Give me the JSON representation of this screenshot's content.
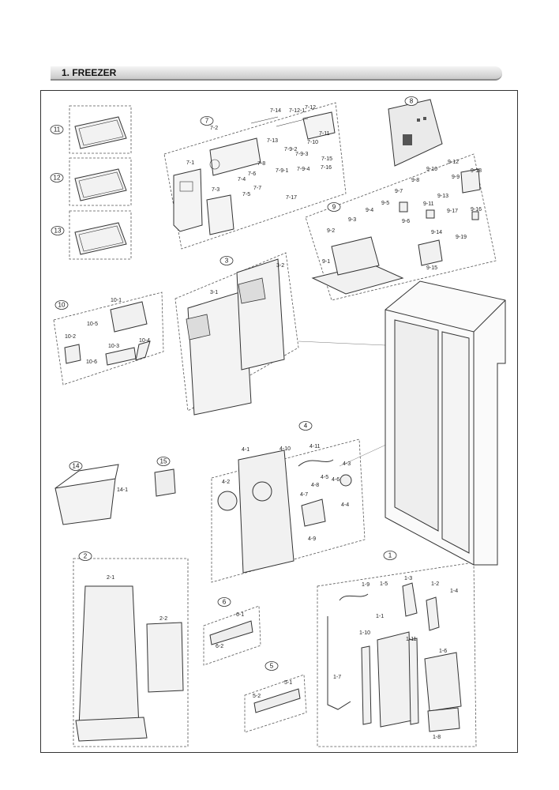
{
  "section": {
    "title": "1. FREEZER"
  },
  "groups": [
    {
      "num": "11"
    },
    {
      "num": "12"
    },
    {
      "num": "13"
    },
    {
      "num": "7"
    },
    {
      "num": "8"
    },
    {
      "num": "9"
    },
    {
      "num": "3"
    },
    {
      "num": "10"
    },
    {
      "num": "14"
    },
    {
      "num": "15"
    },
    {
      "num": "4"
    },
    {
      "num": "2"
    },
    {
      "num": "6"
    },
    {
      "num": "5"
    },
    {
      "num": "1"
    }
  ],
  "labels": [
    "7-14",
    "7-12-1",
    "7-12",
    "7-2",
    "7-11",
    "7-13",
    "7-10",
    "7-15",
    "7-9-2",
    "7-9-3",
    "7-8",
    "7-9-1",
    "7-9-4",
    "7-16",
    "7-1",
    "7-4",
    "7-6",
    "7-5",
    "7-7",
    "7-3",
    "7-17",
    "9-12",
    "9-10",
    "9-18",
    "9-8",
    "9-9",
    "9-7",
    "9-13",
    "9-4",
    "9-5",
    "9-11",
    "9-17",
    "9-16",
    "9-3",
    "9-6",
    "9-14",
    "9-2",
    "9-19",
    "9-1",
    "9-15",
    "3-2",
    "3-1",
    "10-1",
    "10-5",
    "10-2",
    "10-4",
    "10-3",
    "10-6",
    "14-1",
    "4-10",
    "4-11",
    "4-1",
    "4-3",
    "4-6",
    "4-5",
    "4-2",
    "4-8",
    "4-4",
    "4-7",
    "4-9",
    "2-1",
    "2-2",
    "6-1",
    "6-2",
    "5-1",
    "5-2",
    "1-9",
    "1-5",
    "1-3",
    "1-2",
    "1-4",
    "1-1",
    "1-10",
    "1-11",
    "1-6",
    "1-7",
    "1-8"
  ]
}
